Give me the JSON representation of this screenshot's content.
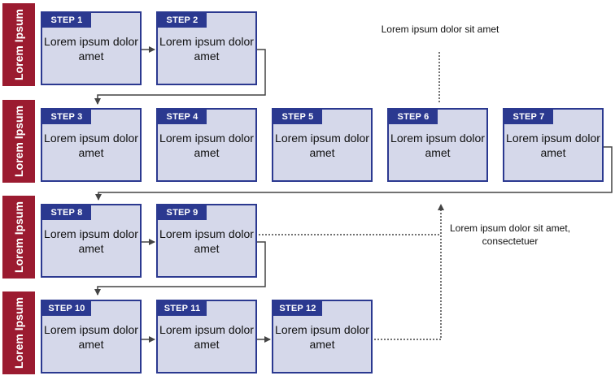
{
  "lanes": [
    "Lorem Ipsum",
    "Lorem Ipsum",
    "Lorem Ipsum",
    "Lorem Ipsum"
  ],
  "steps": [
    {
      "label": "STEP 1",
      "text": "Lorem ipsum dolor amet"
    },
    {
      "label": "STEP 2",
      "text": "Lorem ipsum dolor amet"
    },
    {
      "label": "STEP 3",
      "text": "Lorem ipsum dolor amet"
    },
    {
      "label": "STEP 4",
      "text": "Lorem ipsum dolor amet"
    },
    {
      "label": "STEP 5",
      "text": "Lorem ipsum dolor amet"
    },
    {
      "label": "STEP 6",
      "text": "Lorem ipsum dolor amet"
    },
    {
      "label": "STEP 7",
      "text": "Lorem ipsum dolor amet"
    },
    {
      "label": "STEP 8",
      "text": "Lorem ipsum dolor amet"
    },
    {
      "label": "STEP 9",
      "text": "Lorem ipsum dolor amet"
    },
    {
      "label": "STEP 10",
      "text": "Lorem ipsum dolor amet"
    },
    {
      "label": "STEP 11",
      "text": "Lorem ipsum dolor amet"
    },
    {
      "label": "STEP 12",
      "text": "Lorem ipsum dolor amet"
    }
  ],
  "notes": {
    "top": "Lorem ipsum dolor sit amet",
    "right_line1": "Lorem ipsum dolor sit amet,",
    "right_line2": "consectetuer"
  },
  "colors": {
    "lane_fill": "#9b1b30",
    "step_fill": "#d5d8ea",
    "step_border": "#2b3990",
    "connector": "#444444"
  }
}
